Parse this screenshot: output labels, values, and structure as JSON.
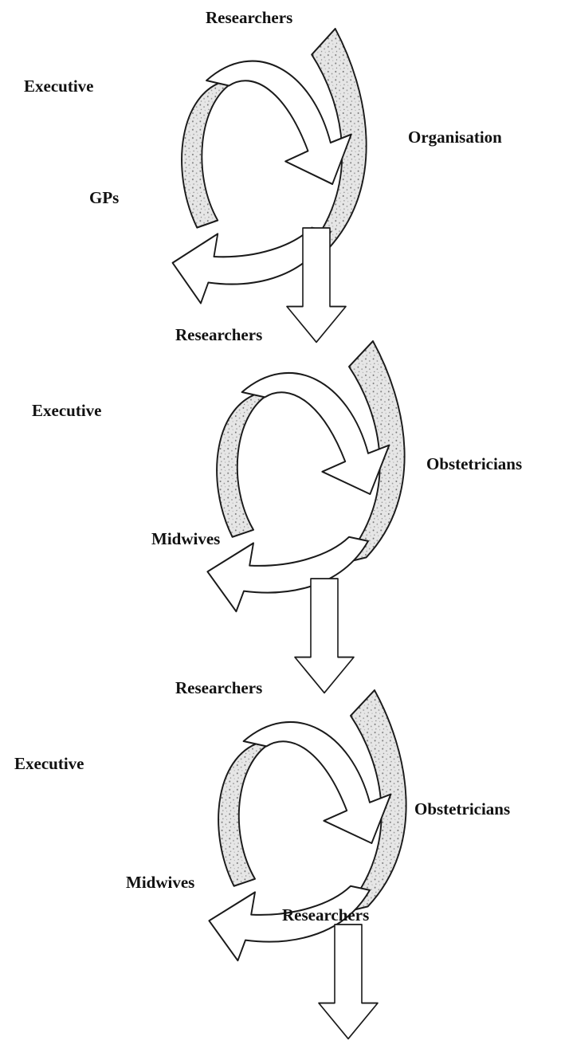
{
  "cycles": [
    {
      "top": "Researchers",
      "left": "Executive",
      "right": "Organisation",
      "bottom": "GPs"
    },
    {
      "top": "Researchers",
      "left": "Executive",
      "right": "Obstetricians",
      "bottom": "Midwives"
    },
    {
      "top": "Researchers",
      "left": "Executive",
      "right": "Obstetricians",
      "bottom": "Midwives",
      "after": "Researchers"
    }
  ]
}
